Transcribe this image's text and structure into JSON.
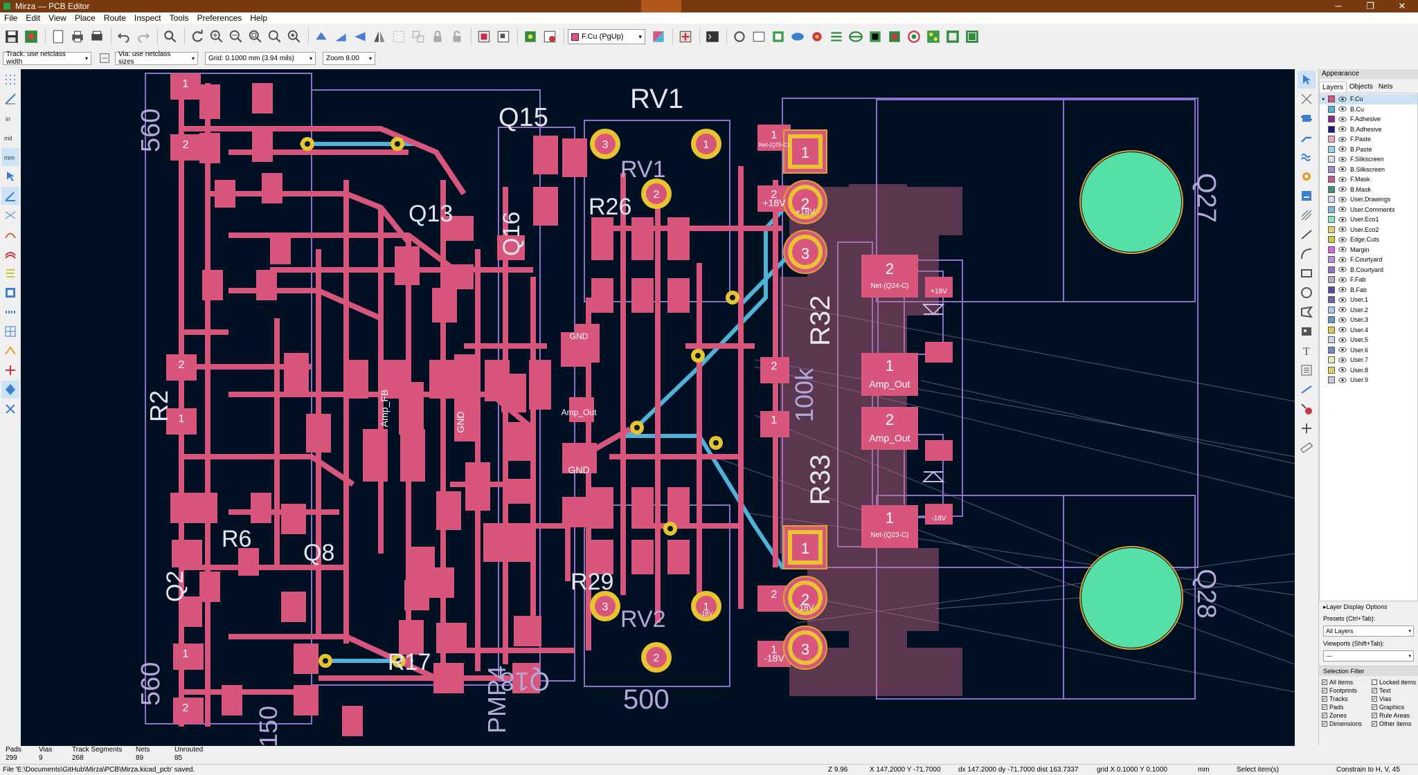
{
  "window": {
    "title": "Mirza — PCB Editor",
    "controls": [
      "─",
      "❐",
      "✕"
    ]
  },
  "menu": [
    "File",
    "Edit",
    "View",
    "Place",
    "Route",
    "Inspect",
    "Tools",
    "Preferences",
    "Help"
  ],
  "toolbar": {
    "layer_selector": "F.Cu (PgUp)"
  },
  "options_bar": {
    "track": "Track: use netclass width",
    "via": "Via: use netclass sizes",
    "grid": "Grid: 0.1000 mm (3.94 mils)",
    "zoom": "Zoom 8.00"
  },
  "appearance": {
    "title": "Appearance",
    "tabs": [
      "Layers",
      "Objects",
      "Nets"
    ],
    "layers": [
      {
        "name": "F.Cu",
        "color": "#d8557c"
      },
      {
        "name": "B.Cu",
        "color": "#4fb3d9"
      },
      {
        "name": "F.Adhesive",
        "color": "#8b2a8b"
      },
      {
        "name": "B.Adhesive",
        "color": "#1a1a8b"
      },
      {
        "name": "F.Paste",
        "color": "#e9a6c6"
      },
      {
        "name": "B.Paste",
        "color": "#8fd8e8"
      },
      {
        "name": "F.Silkscreen",
        "color": "#e0d8f0"
      },
      {
        "name": "B.Silkscreen",
        "color": "#a48bd4"
      },
      {
        "name": "F.Mask",
        "color": "#c65a9a"
      },
      {
        "name": "B.Mask",
        "color": "#3a8f8f"
      },
      {
        "name": "User.Drawings",
        "color": "#cfd8e8"
      },
      {
        "name": "User.Comments",
        "color": "#7fb8e0"
      },
      {
        "name": "User.Eco1",
        "color": "#7fe8c8"
      },
      {
        "name": "User.Eco2",
        "color": "#e0d070"
      },
      {
        "name": "Edge.Cuts",
        "color": "#d0c840"
      },
      {
        "name": "Margin",
        "color": "#e060e0"
      },
      {
        "name": "F.Courtyard",
        "color": "#c088e8"
      },
      {
        "name": "B.Courtyard",
        "color": "#9070c8"
      },
      {
        "name": "F.Fab",
        "color": "#b0a8c8"
      },
      {
        "name": "B.Fab",
        "color": "#5848a8"
      },
      {
        "name": "User.1",
        "color": "#6868a8"
      },
      {
        "name": "User.2",
        "color": "#a8c8e8"
      },
      {
        "name": "User.3",
        "color": "#5aa0c8"
      },
      {
        "name": "User.4",
        "color": "#e0c850"
      },
      {
        "name": "User.5",
        "color": "#c8d8e8"
      },
      {
        "name": "User.6",
        "color": "#7088c0"
      },
      {
        "name": "User.7",
        "color": "#e8e8b0"
      },
      {
        "name": "User.8",
        "color": "#e0d060"
      },
      {
        "name": "User.9",
        "color": "#c8c8e8"
      }
    ],
    "layer_display_options": "Layer Display Options",
    "presets_label": "Presets (Ctrl+Tab):",
    "presets_value": "All Layers",
    "viewports_label": "Viewports (Shift+Tab):",
    "viewports_value": "---",
    "selection_filter_title": "Selection Filter",
    "selection_filter": [
      {
        "label": "All items",
        "checked": true
      },
      {
        "label": "Locked items",
        "checked": false
      },
      {
        "label": "Footprints",
        "checked": true
      },
      {
        "label": "Text",
        "checked": true
      },
      {
        "label": "Tracks",
        "checked": true
      },
      {
        "label": "Vias",
        "checked": true
      },
      {
        "label": "Pads",
        "checked": true
      },
      {
        "label": "Graphics",
        "checked": true
      },
      {
        "label": "Zones",
        "checked": true
      },
      {
        "label": "Rule Areas",
        "checked": true
      },
      {
        "label": "Dimensions",
        "checked": true
      },
      {
        "label": "Other items",
        "checked": true
      }
    ]
  },
  "board": {
    "refs": {
      "rv1_title": "RV1",
      "rv1_fab": "RV1",
      "q15": "Q15",
      "r26": "R26",
      "r32": "R32",
      "r33": "R33",
      "r2": "R2",
      "q27": "Q27",
      "q28": "Q28",
      "rv2": "RV2",
      "q18": "Q18",
      "r17": "R17",
      "r29": "R29",
      "v500": "500",
      "v560a": "560",
      "v560b": "560",
      "v150": "150",
      "v100k": "100k",
      "pmp": "PMP4",
      "q16": "Q16",
      "q13": "Q13",
      "q8": "Q8",
      "r6": "R6",
      "q2": "Q2"
    },
    "pad_labels": {
      "p18v_a": "+18V",
      "p18v_b": "+18V",
      "p18v_c": "+18V",
      "m18v_a": "-18V",
      "m18v_b": "-18V",
      "m18v_c": "-18V",
      "m18v_d": "-18V",
      "ampout_a": "Amp_Out",
      "ampout_b": "Amp_Out",
      "ampout_c": "Amp_Out",
      "gnd_a": "GND",
      "gnd_b": "GND",
      "gnd_c": "GND",
      "ampfb": "Amp_FB",
      "netq24c": "Net-(Q24-C)",
      "netq23c": "Net-(Q23-C)",
      "netq25c": "Net-(Q25-C)"
    }
  },
  "message_panel": [
    {
      "label": "Pads",
      "value": "299"
    },
    {
      "label": "Vias",
      "value": "9"
    },
    {
      "label": "Track Segments",
      "value": "268"
    },
    {
      "label": "Nets",
      "value": "89"
    },
    {
      "label": "Unrouted",
      "value": "85"
    }
  ],
  "status": {
    "file": "File 'E:\\Documents\\GitHub\\Mirza\\PCB\\Mirza.kicad_pcb' saved.",
    "zoom": "Z 9.96",
    "xy": "X 147.2000  Y -71.7000",
    "delta": "dx 147.2000  dy -71.7000  dist 163.7337",
    "grid": "grid X 0.1000  Y 0.1000",
    "units": "mm",
    "mode": "Select item(s)",
    "constraint": "Constrain to H, V, 45"
  }
}
